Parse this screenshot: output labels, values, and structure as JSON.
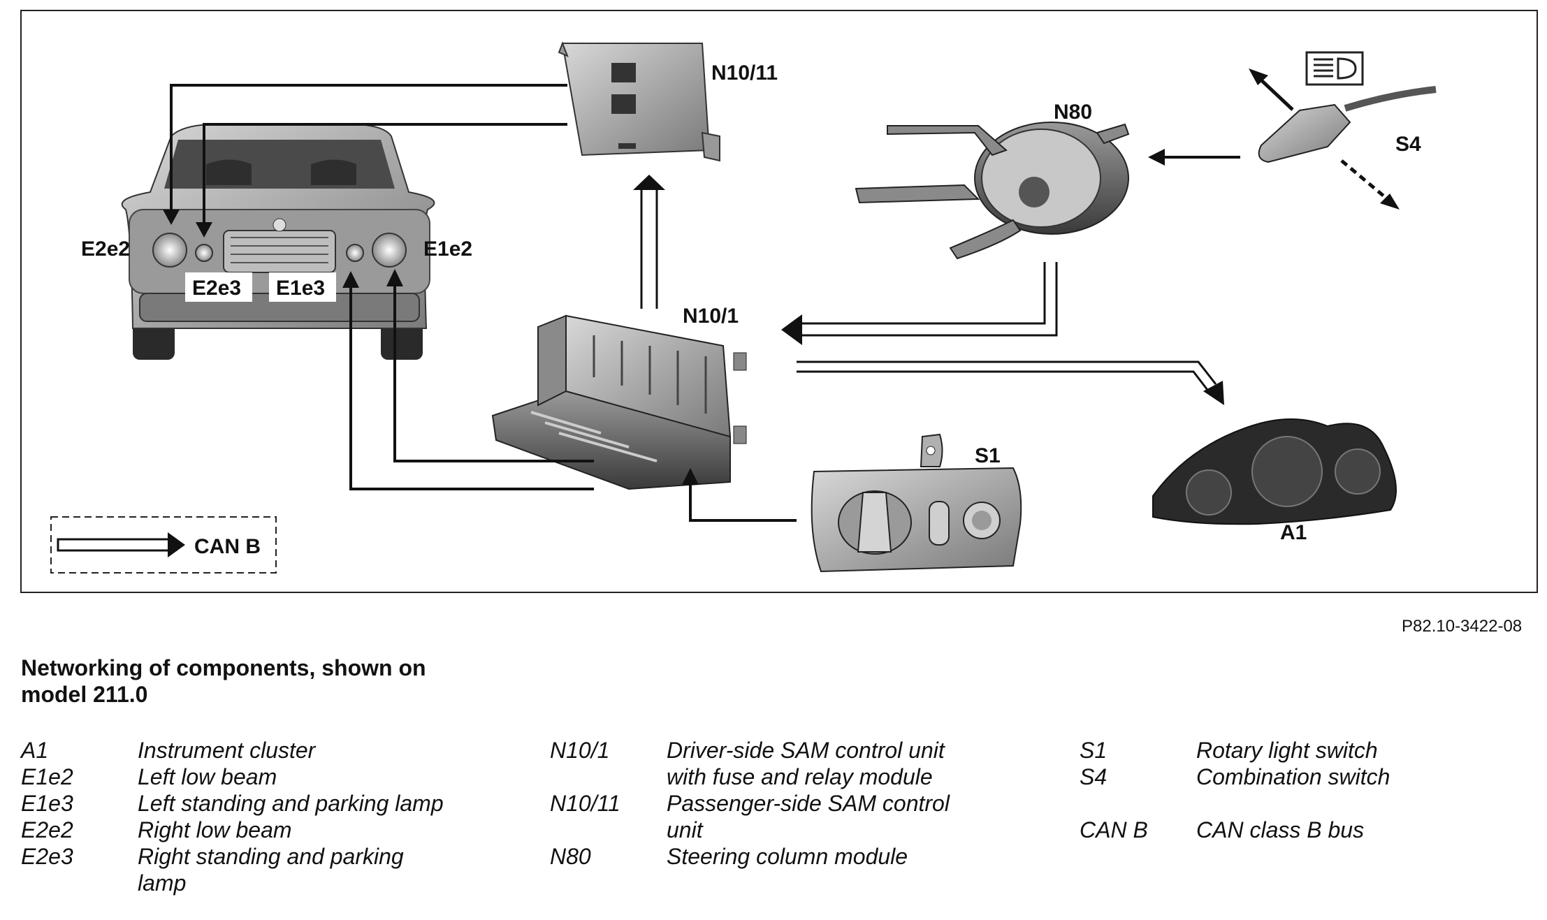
{
  "figure_ref": "P82.10-3422-08",
  "caption_line1": "Networking of components, shown on",
  "caption_line2": "model 211.0",
  "diagram_labels": {
    "n10_11": "N10/11",
    "n80": "N80",
    "s4": "S4",
    "e2e2": "E2e2",
    "e1e2": "E1e2",
    "e2e3": "E2e3",
    "e1e3": "E1e3",
    "n10_1": "N10/1",
    "s1": "S1",
    "a1": "A1",
    "can_b": "CAN B"
  },
  "legend_col1": [
    {
      "code": "A1",
      "desc1": "Instrument cluster"
    },
    {
      "code": "E1e2",
      "desc1": "Left low beam"
    },
    {
      "code": "E1e3",
      "desc1": "Left standing and parking lamp"
    },
    {
      "code": "E2e2",
      "desc1": "Right low beam"
    },
    {
      "code": "E2e3",
      "desc1": "Right standing and parking",
      "desc2": "lamp"
    }
  ],
  "legend_col2": [
    {
      "code": "N10/1",
      "desc1": "Driver-side SAM control unit",
      "desc2": "with fuse and relay module"
    },
    {
      "code": "N10/11",
      "desc1": "Passenger-side SAM control",
      "desc2": "unit"
    },
    {
      "code": "N80",
      "desc1": "Steering column module"
    }
  ],
  "legend_col3": [
    {
      "code": "S1",
      "desc1": "Rotary light switch"
    },
    {
      "code": "S4",
      "desc1": "Combination switch"
    },
    {
      "code": "CAN B",
      "desc1": "CAN class B bus"
    }
  ]
}
